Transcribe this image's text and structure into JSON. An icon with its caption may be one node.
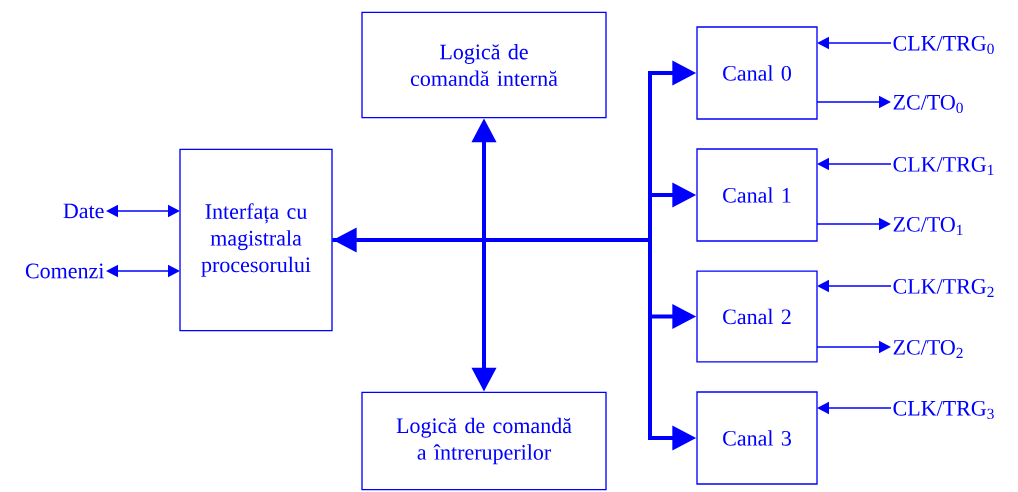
{
  "diagram": {
    "nodes": [
      {
        "text": [
          "Interfața cu magistrala procesorului"
        ]
      },
      {
        "text": [
          "Logică de comandă internă"
        ]
      },
      {
        "text": [
          "Logică de comandă a întreruperilor"
        ]
      },
      {
        "text": [
          "Canal 0"
        ]
      },
      {
        "text": [
          "Canal 1"
        ]
      },
      {
        "text": [
          "Canal 2"
        ]
      },
      {
        "text": [
          "Canal 3"
        ]
      },
      {
        "text": [
          "Date"
        ]
      },
      {
        "text": [
          "Comenzi"
        ]
      },
      {
        "text": [
          "CLK/TRG$_{0}$"
        ]
      },
      {
        "text": [
          "ZC/TO$_{0}$"
        ]
      },
      {
        "text": [
          "CLK/TRG$_{1}$"
        ]
      },
      {
        "text": [
          "ZC/TO$_{1}$"
        ]
      },
      {
        "text": [
          "CLK/TRG$_{2}$"
        ]
      },
      {
        "text": [
          "ZC/TO$_{2}$"
        ]
      },
      {
        "text": [
          "CLK/TRG$_{3}$"
        ]
      }
    ],
    "edges": [
      {
        "from": 7,
        "to": 0,
        "arrow": "both"
      },
      {
        "from": 8,
        "to": 0,
        "arrow": "both"
      },
      {
        "from": 1,
        "to": 2,
        "arrow": "both",
        "style": "thick"
      },
      {
        "from": 3,
        "to": 0,
        "arrow": "both",
        "style": "thick"
      },
      {
        "from": 0,
        "to": 4,
        "arrow": "to",
        "style": "thick"
      },
      {
        "from": 0,
        "to": 5,
        "arrow": "to",
        "style": "thick"
      },
      {
        "from": 0,
        "to": 6,
        "arrow": "to",
        "style": "thick"
      },
      {
        "from": 9,
        "to": 3,
        "arrow": "to"
      },
      {
        "from": 3,
        "to": 10,
        "arrow": "to"
      },
      {
        "from": 11,
        "to": 4,
        "arrow": "to"
      },
      {
        "from": 4,
        "to": 12,
        "arrow": "to"
      },
      {
        "from": 13,
        "to": 5,
        "arrow": "to"
      },
      {
        "from": 5,
        "to": 14,
        "arrow": "to"
      },
      {
        "from": 15,
        "to": 6,
        "arrow": "to"
      }
    ]
  }
}
